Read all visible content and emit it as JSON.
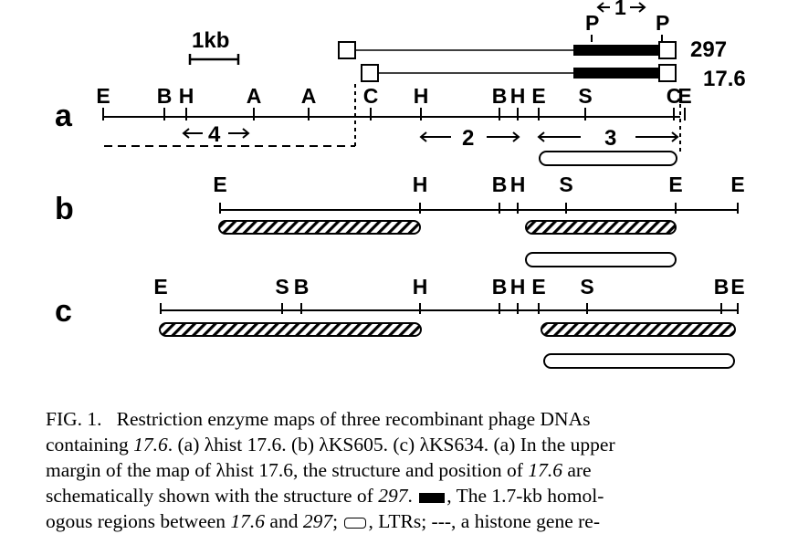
{
  "figure": {
    "scale_label": "1kb",
    "top_labels": {
      "p_left": "P",
      "p_right": "P",
      "span_label": "1",
      "label_297": "297",
      "label_176": "17.6"
    },
    "rows": {
      "a": {
        "label": "a",
        "sites": [
          "E",
          "B",
          "H",
          "A",
          "A",
          "C",
          "H",
          "B",
          "H",
          "E",
          "S",
          "C",
          "E"
        ],
        "region_labels": [
          "4",
          "2",
          "3"
        ]
      },
      "b": {
        "label": "b",
        "sites": [
          "E",
          "H",
          "B",
          "H",
          "S",
          "E",
          "E"
        ]
      },
      "c": {
        "label": "c",
        "sites": [
          "E",
          "S",
          "B",
          "H",
          "B",
          "H",
          "E",
          "S",
          "B",
          "E"
        ]
      }
    }
  },
  "caption": {
    "lines": [
      "FIG. 1.   Restriction enzyme maps of three recombinant phage DNAs",
      "containing 17.6. (a) λhist 17.6. (b) λKS605. (c) λKS634. (a) In the upper",
      "margin of the map of λhist 17.6, the structure and position of 17.6 are",
      "schematically shown with the structure of 297.  , The 1.7-kb homol-",
      "ogous regions between 17.6 and 297;  , LTRs; ---, a histone gene re-"
    ],
    "l1_tag": "FIG. 1.",
    "l1_rest": "Restriction enzyme maps of three recombinant phage DNAs",
    "l2_a": "containing ",
    "l2_b": "17.6",
    "l2_c": ". (a) λhist 17.6. (b) λKS605. (c) λKS634. (a) In the upper",
    "l3_a": "margin of the map of λhist 17.6, the structure and position of ",
    "l3_b": "17.6",
    "l3_c": " are",
    "l4_a": "schematically shown with the structure of ",
    "l4_b": "297",
    "l4_c": ".",
    "l4_d": ", The 1.7-kb homol-",
    "l5_a": "ogous regions between ",
    "l5_b": "17.6",
    "l5_c": " and ",
    "l5_d": "297",
    "l5_e": ";",
    "l5_f": ", LTRs; ---, a histone gene re-"
  }
}
